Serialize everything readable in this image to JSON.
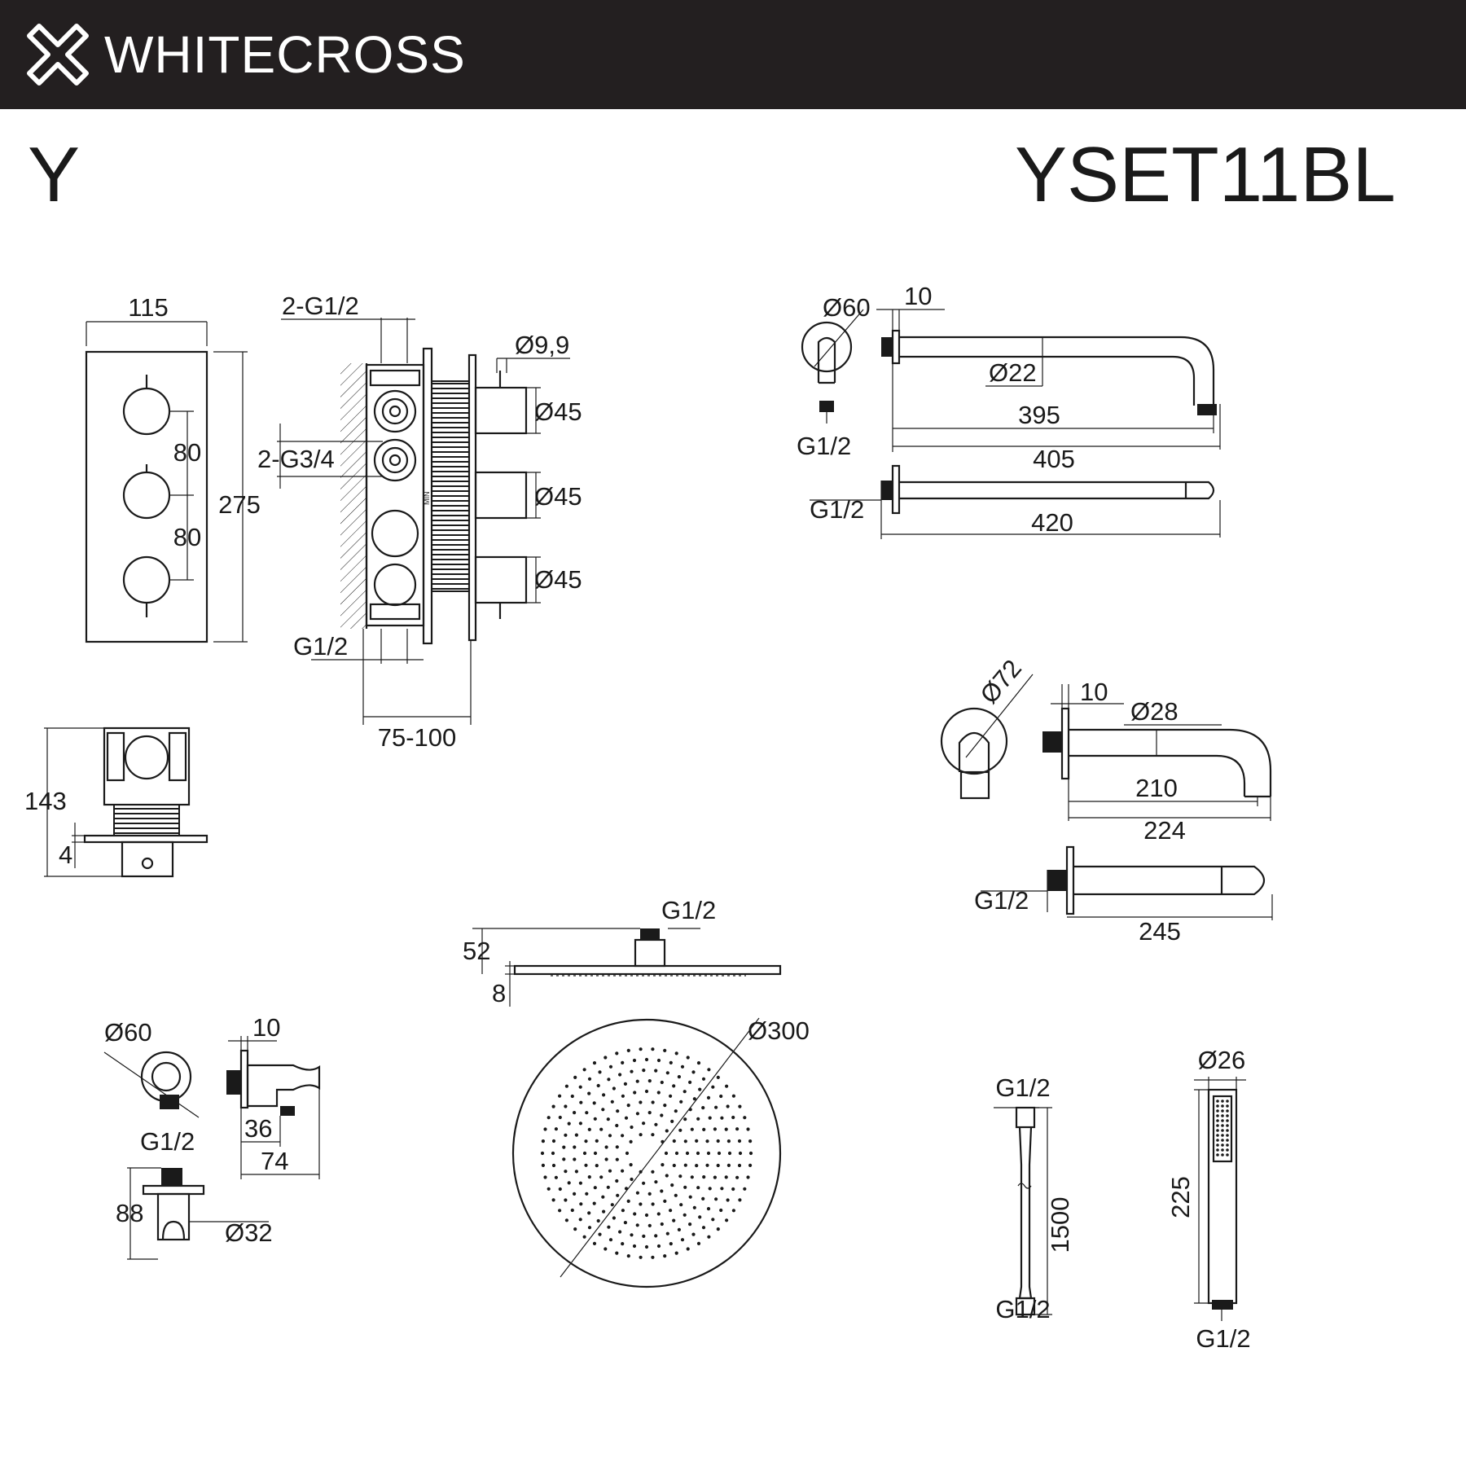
{
  "header": {
    "brand": "WHITECROSS",
    "logo_icon": "cross-outline-logo",
    "background": "#231f20",
    "text_color": "#ffffff"
  },
  "product": {
    "series": "Y",
    "model": "YSET11BL"
  },
  "dimensions": {
    "mixer_plate": {
      "width": "115",
      "height": "275",
      "handle_spacing_1": "80",
      "handle_spacing_2": "80"
    },
    "mixer_side": {
      "inlet_top": "2-G1/2",
      "inlet_mid": "2-G3/4",
      "outlet": "G1/2",
      "pin_dia": "Ø9,9",
      "handle_dia_1": "Ø45",
      "handle_dia_2": "Ø45",
      "handle_dia_3": "Ø45",
      "depth": "75-100",
      "min_label": "MIN"
    },
    "mixer_top": {
      "height": "143",
      "plate": "4"
    },
    "shower_arm": {
      "flange_dia": "Ø60",
      "flange_depth": "10",
      "pipe_dia": "Ø22",
      "thread": "G1/2",
      "length_inner": "395",
      "length_outer": "405",
      "thread_b": "G1/2",
      "length_total": "420"
    },
    "spout": {
      "flange_dia": "Ø72",
      "flange_depth": "10",
      "pipe_dia": "Ø28",
      "length_inner": "210",
      "length_outer": "224",
      "thread": "G1/2",
      "length_total": "245"
    },
    "rain_head": {
      "thread": "G1/2",
      "height": "52",
      "thickness": "8",
      "diameter": "Ø300"
    },
    "wall_outlet": {
      "flange_dia": "Ø60",
      "flange_depth": "10",
      "thread": "G1/2",
      "depth_a": "36",
      "depth_b": "74",
      "height": "88",
      "holder_dia": "Ø32"
    },
    "hose": {
      "thread_top": "G1/2",
      "length": "1500",
      "thread_bottom": "G1/2"
    },
    "hand_shower": {
      "diameter": "Ø26",
      "length": "225",
      "thread": "G1/2"
    }
  }
}
